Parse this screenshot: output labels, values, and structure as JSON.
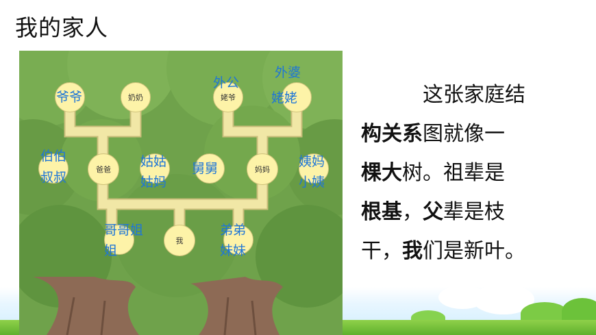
{
  "title": "我的家人",
  "tree_nodes": {
    "yeye": "",
    "nainai": "奶奶",
    "laoye": "姥爷",
    "laolao": "",
    "baba": "爸爸",
    "mama": "妈妈",
    "wo": "我"
  },
  "labels": {
    "yeye": "爷爷",
    "waigong": "外公",
    "waipo": "外婆",
    "laolao": "姥姥",
    "bobo": "伯伯",
    "shushu": "叔叔",
    "gugu": "姑姑",
    "gumа": "",
    "guma": "姑妈",
    "jiujiu": "舅舅",
    "yima": "姨妈",
    "xiaoyi": "小姨",
    "gege_jiejie_1": "哥哥姐",
    "gege_jiejie_2": "姐",
    "didi": "弟弟",
    "meimei": "妹妹"
  },
  "description": {
    "line1": "这张家庭结",
    "line2_bold": "构关系",
    "line2_rest": "图就像一",
    "line3_bold": "棵大",
    "line3_rest": "树。祖辈是",
    "line4_bold1": "根基",
    "line4_mid": "，",
    "line4_bold2": "父",
    "line4_rest": "辈是枝",
    "line5_a": "干，",
    "line5_bold": "我",
    "line5_rest": "们是新叶。"
  },
  "colors": {
    "label_blue": "#1f76d6",
    "node_fill": "#fdf3a8",
    "branch": "#f1e7a6",
    "foliage": "#6fa24b",
    "trunk": "#8d6a55"
  }
}
